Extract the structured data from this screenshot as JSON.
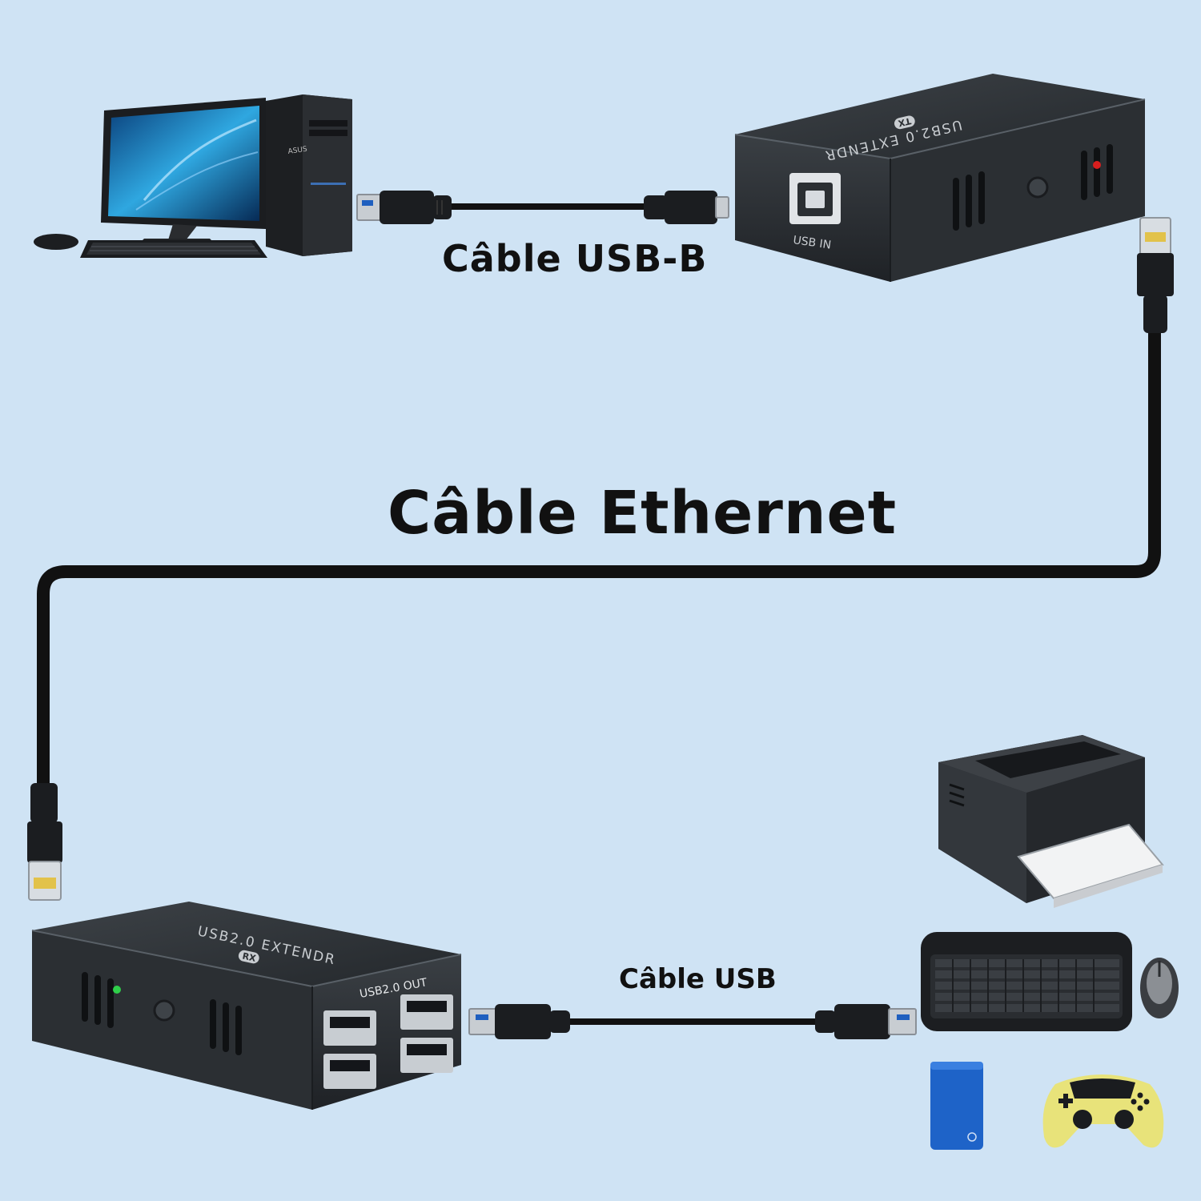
{
  "labels": {
    "usb_b_cable": "Câble USB-B",
    "ethernet_cable": "Câble Ethernet",
    "usb_cable": "Câble USB"
  },
  "transmitter": {
    "model_text": "USB2.0 EXTENDR",
    "badge": "TX",
    "port_label": "USB IN",
    "status_led_color": "#d81e1e"
  },
  "receiver": {
    "model_text": "USB2.0 EXTENDR",
    "badge": "RX",
    "port_label": "USB2.0 OUT",
    "status_led_color": "#2fcf4a"
  },
  "computer": {
    "brand": "ASUS"
  },
  "colors": {
    "background": "#cfe3f4",
    "device_body": "#2e3236",
    "cable": "#111111",
    "usb_port_blue": "#1f5fbf",
    "hdd_blue": "#1e63c8",
    "gamepad_yellow": "#e8e37a"
  }
}
